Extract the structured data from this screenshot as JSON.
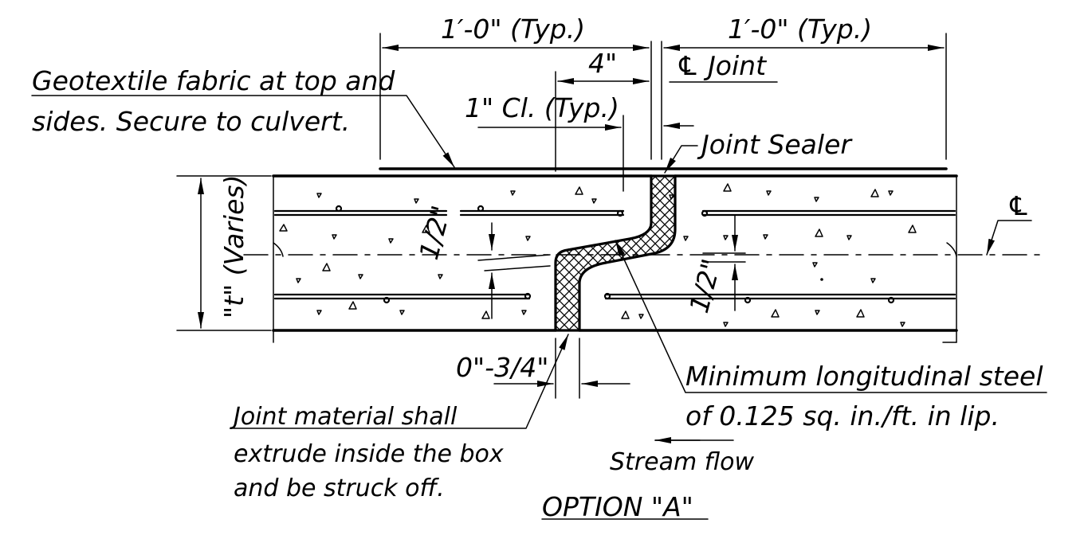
{
  "title": "OPTION \"A\"",
  "dimensions": {
    "left_typ": "1′-0\" (Typ.)",
    "right_typ": "1′-0\" (Typ.)",
    "four_in": "4\"",
    "one_in_cl": "1\" Cl. (Typ.)",
    "half_top": "1/2\"",
    "half_bottom": "1/2\"",
    "gap": "0\"-3/4\"",
    "thickness": "\"t\" (Varies)"
  },
  "callouts": {
    "centerline_joint": "℄ Joint",
    "joint_sealer": "Joint Sealer",
    "geotextile_line1": "Geotextile fabric at top and",
    "geotextile_line2": "sides. Secure to culvert.",
    "joint_material_line1": "Joint material shall",
    "joint_material_line2": "extrude inside the box",
    "joint_material_line3": "and be struck off.",
    "min_steel_line1": "Minimum longitudinal steel",
    "min_steel_line2": "of 0.125 sq. in./ft. in lip.",
    "stream_flow": "Stream flow",
    "centerline_symbol": "℄"
  }
}
